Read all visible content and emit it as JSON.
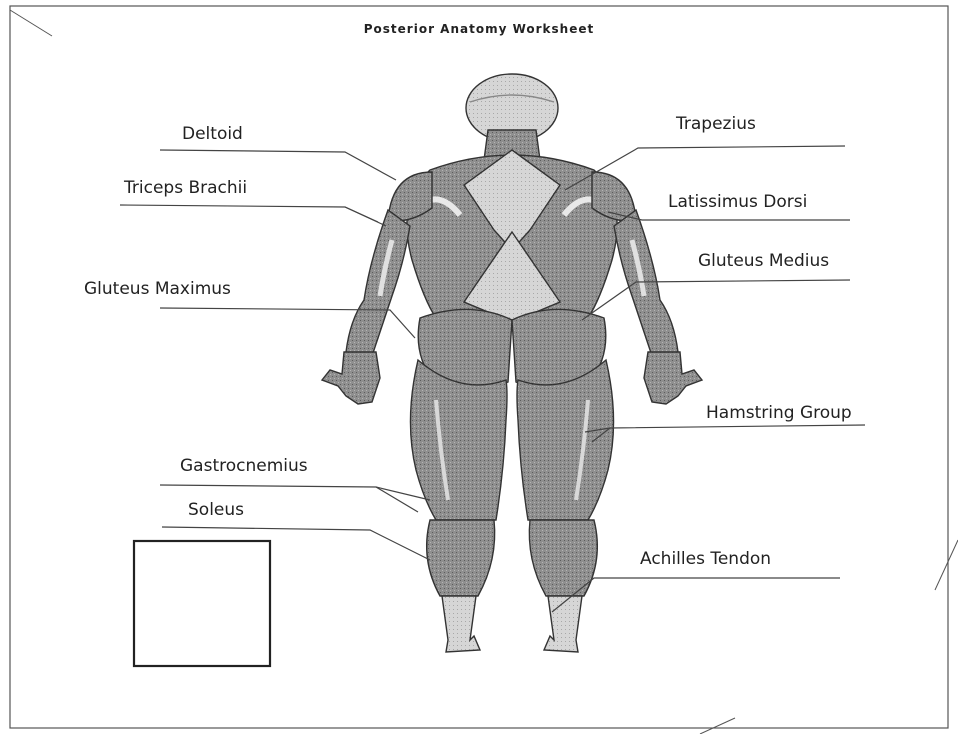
{
  "worksheet": {
    "title": "Posterior Anatomy Worksheet",
    "labels": {
      "deltoid": "Deltoid",
      "triceps": "Triceps Brachii",
      "gluteus_maximus": "Gluteus Maximus",
      "gastrocnemius": "Gastrocnemius",
      "soleus": "Soleus",
      "trapezius": "Trapezius",
      "latissimus": "Latissimus Dorsi",
      "gluteus_medius": "Gluteus Medius",
      "hamstring": "Hamstring Group",
      "achilles": "Achilles Tendon"
    }
  }
}
